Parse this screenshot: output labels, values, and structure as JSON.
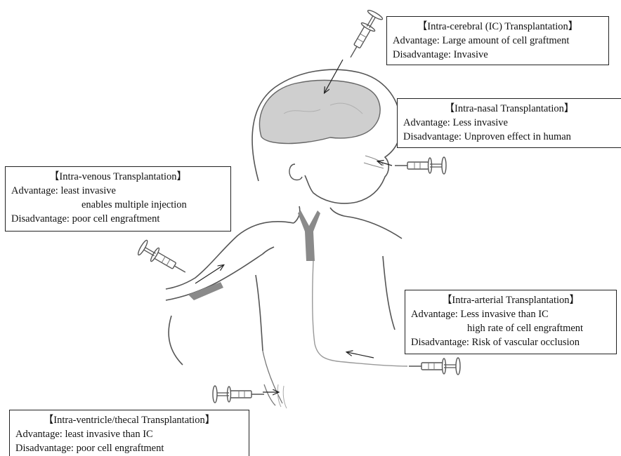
{
  "boxes": {
    "intracerebral": {
      "title": "【Intra-cerebral (IC) Transplantation】",
      "advantage": "Advantage: Large amount of cell graftment",
      "disadvantage": "Disadvantage: Invasive"
    },
    "intranasal": {
      "title": "【Intra-nasal Transplantation】",
      "advantage": "Advantage: Less invasive",
      "disadvantage": "Disadvantage: Unproven effect in human"
    },
    "intravenous": {
      "title": "【Intra-venous Transplantation】",
      "advantage": "Advantage: least invasive",
      "advantage_2": "enables multiple injection",
      "disadvantage": "Disadvantage: poor cell engraftment"
    },
    "intraarterial": {
      "title": "【Intra-arterial Transplantation】",
      "advantage": "Advantage: Less invasive than IC",
      "advantage_2": "high rate of cell engraftment",
      "disadvantage": "Disadvantage: Risk of vascular occlusion"
    },
    "intraventricular": {
      "title": "【Intra-ventricle/thecal Transplantation】",
      "advantage": "Advantage: least invasive than IC",
      "disadvantage": "Disadvantage: poor cell engraftment"
    }
  },
  "colors": {
    "outline": "#555555",
    "brain_fill": "#cfcfcf",
    "vessel": "#8a8a8a",
    "box_border": "#222222"
  },
  "icons": [
    "syringe-icon",
    "arrow-icon",
    "child-outline",
    "brain-shape",
    "vessel-mark"
  ]
}
